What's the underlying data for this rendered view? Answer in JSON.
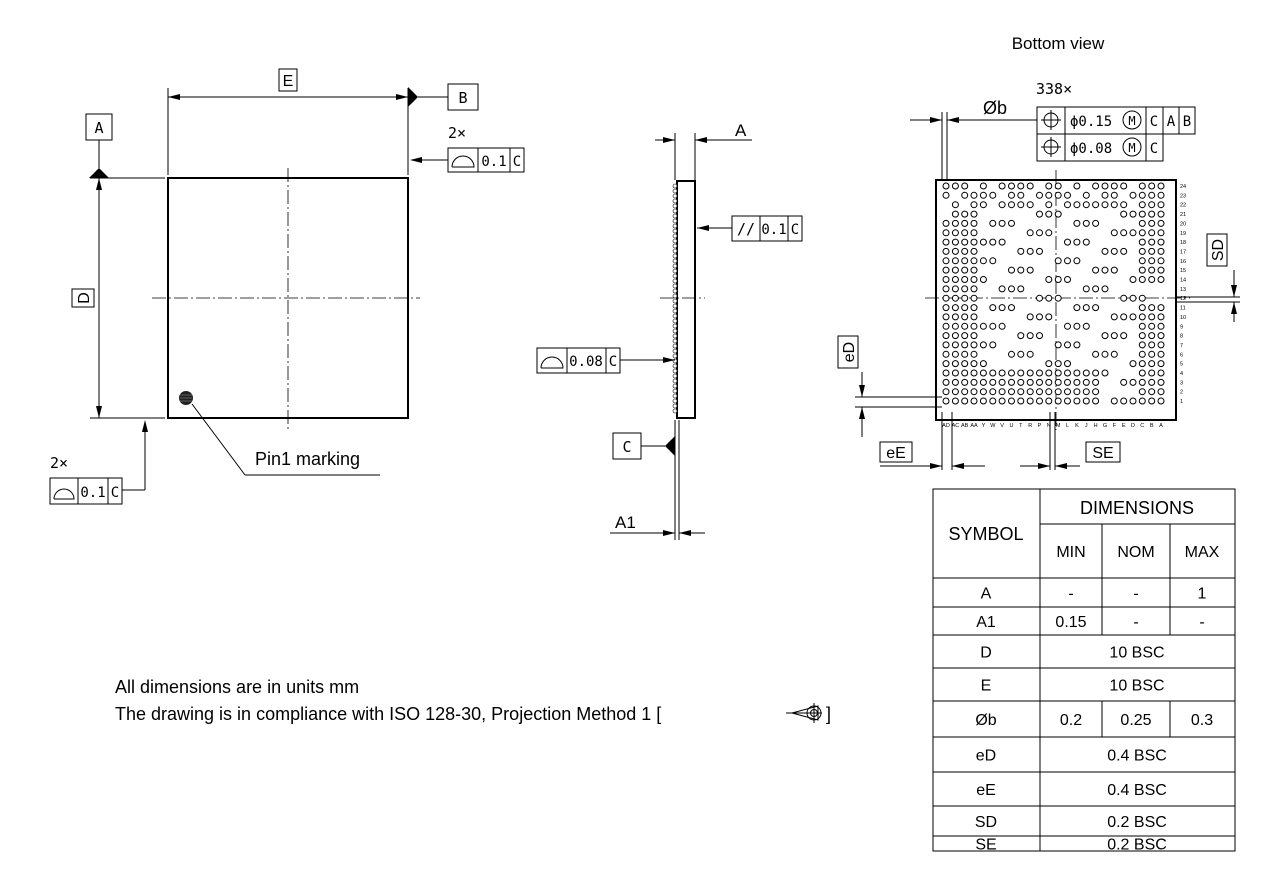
{
  "top_view": {
    "datum_a": "A",
    "datum_b": "B",
    "dim_e": "E",
    "dim_d": "D",
    "count_top": "2×",
    "fcf_top": {
      "tolerance": "0.1",
      "datum": "C"
    },
    "count_bottom": "2×",
    "fcf_bottom": {
      "tolerance": "0.1",
      "datum": "C"
    },
    "pin1_label": "Pin1 marking"
  },
  "side_view": {
    "dim_a": "A",
    "dim_a1": "A1",
    "fcf_parallel": {
      "symbol": "//",
      "tolerance": "0.1",
      "datum": "C"
    },
    "fcf_flat": {
      "tolerance": "0.08",
      "datum": "C"
    },
    "datum_c": "C"
  },
  "bottom_view": {
    "title": "Bottom view",
    "ball_count": "338×",
    "ball_dia_label": "Øb",
    "fcf_pos1": {
      "tolerance": "ϕ0.15",
      "modifier": "M",
      "datum1": "C",
      "datum2": "A",
      "datum3": "B"
    },
    "fcf_pos2": {
      "tolerance": "ϕ0.08",
      "modifier": "M",
      "datum1": "C"
    },
    "dim_sd": "SD",
    "dim_ed": "eD",
    "dim_ee": "eE",
    "dim_se": "SE",
    "row_labels": [
      "24",
      "23",
      "22",
      "21",
      "20",
      "19",
      "18",
      "17",
      "16",
      "15",
      "14",
      "13",
      "12",
      "11",
      "10",
      "9",
      "8",
      "7",
      "6",
      "5",
      "4",
      "3",
      "2",
      "1"
    ],
    "col_labels": [
      "AD",
      "AC",
      "AB",
      "AA",
      "Y",
      "W",
      "V",
      "U",
      "T",
      "R",
      "P",
      "N",
      "M",
      "L",
      "K",
      "J",
      "H",
      "G",
      "F",
      "E",
      "D",
      "C",
      "B",
      "A"
    ]
  },
  "table": {
    "symbol_header": "SYMBOL",
    "dimensions_header": "DIMENSIONS",
    "min_header": "MIN",
    "nom_header": "NOM",
    "max_header": "MAX",
    "rows": [
      {
        "symbol": "A",
        "min": "-",
        "nom": "-",
        "max": "1"
      },
      {
        "symbol": "A1",
        "min": "0.15",
        "nom": "-",
        "max": "-"
      },
      {
        "symbol": "D",
        "span": "10 BSC"
      },
      {
        "symbol": "E",
        "span": "10 BSC"
      },
      {
        "symbol": "Øb",
        "min": "0.2",
        "nom": "0.25",
        "max": "0.3"
      },
      {
        "symbol": "eD",
        "span": "0.4 BSC"
      },
      {
        "symbol": "eE",
        "span": "0.4 BSC"
      },
      {
        "symbol": "SD",
        "span": "0.2 BSC"
      },
      {
        "symbol": "SE",
        "span": "0.2 BSC"
      }
    ]
  },
  "notes": {
    "line1": "All dimensions are in units mm",
    "line2": "The drawing is in compliance with ISO 128-30, Projection Method 1 ["
  }
}
